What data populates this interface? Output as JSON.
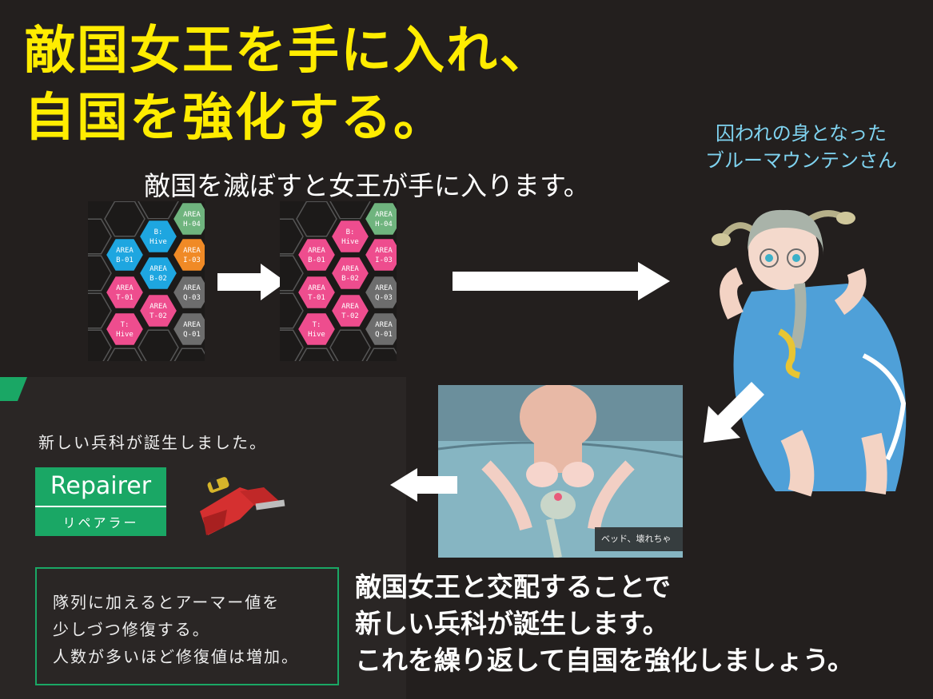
{
  "headline": {
    "line1": "敵国女王を手に入れ、",
    "line2": "自国を強化する。"
  },
  "caption": {
    "line1": "囚われの身となった",
    "line2": "ブルーマウンテンさん"
  },
  "subhead": "敵国を滅ぼすと女王が手に入ります。",
  "map_before": [
    {
      "label": "AREA H-04",
      "color": "#6fb47e"
    },
    {
      "label": "B: Hive",
      "color": "#1ea6e0"
    },
    {
      "label": "AREA B-01",
      "color": "#1ea6e0"
    },
    {
      "label": "AREA I-03",
      "color": "#f08a26"
    },
    {
      "label": "AREA B-02",
      "color": "#1ea6e0"
    },
    {
      "label": "AREA T-01",
      "color": "#ee4d8e"
    },
    {
      "label": "AREA Q-03",
      "color": "#6d6d6d"
    },
    {
      "label": "AREA T-02",
      "color": "#ee4d8e"
    },
    {
      "label": "T: Hive",
      "color": "#ee4d8e"
    },
    {
      "label": "AREA Q-01",
      "color": "#6d6d6d"
    }
  ],
  "map_after": [
    {
      "label": "AREA H-04",
      "color": "#6fb47e"
    },
    {
      "label": "B: Hive",
      "color": "#ee4d8e"
    },
    {
      "label": "AREA B-01",
      "color": "#ee4d8e"
    },
    {
      "label": "AREA I-03",
      "color": "#ee4d8e"
    },
    {
      "label": "AREA B-02",
      "color": "#ee4d8e"
    },
    {
      "label": "AREA T-01",
      "color": "#ee4d8e"
    },
    {
      "label": "AREA Q-03",
      "color": "#6d6d6d"
    },
    {
      "label": "AREA T-02",
      "color": "#ee4d8e"
    },
    {
      "label": "T: Hive",
      "color": "#ee4d8e"
    },
    {
      "label": "AREA Q-01",
      "color": "#6d6d6d"
    }
  ],
  "unit": {
    "announcement": "新しい兵科が誕生しました。",
    "name": "Repairer",
    "name_kana": "リペアラー",
    "description": [
      "隊列に加えるとアーマー値を",
      "少しづつ修復する。",
      "人数が多いほど修復値は増加。"
    ]
  },
  "scene_dialog": "ベッド、壊れちゃう…",
  "bottom": [
    "敵国女王と交配することで",
    "新しい兵科が誕生します。",
    "これを繰り返して自国を強化しましょう。"
  ],
  "colors": {
    "headline": "#ffec00",
    "caption": "#7fd3f0",
    "accent_green": "#1aa765"
  }
}
